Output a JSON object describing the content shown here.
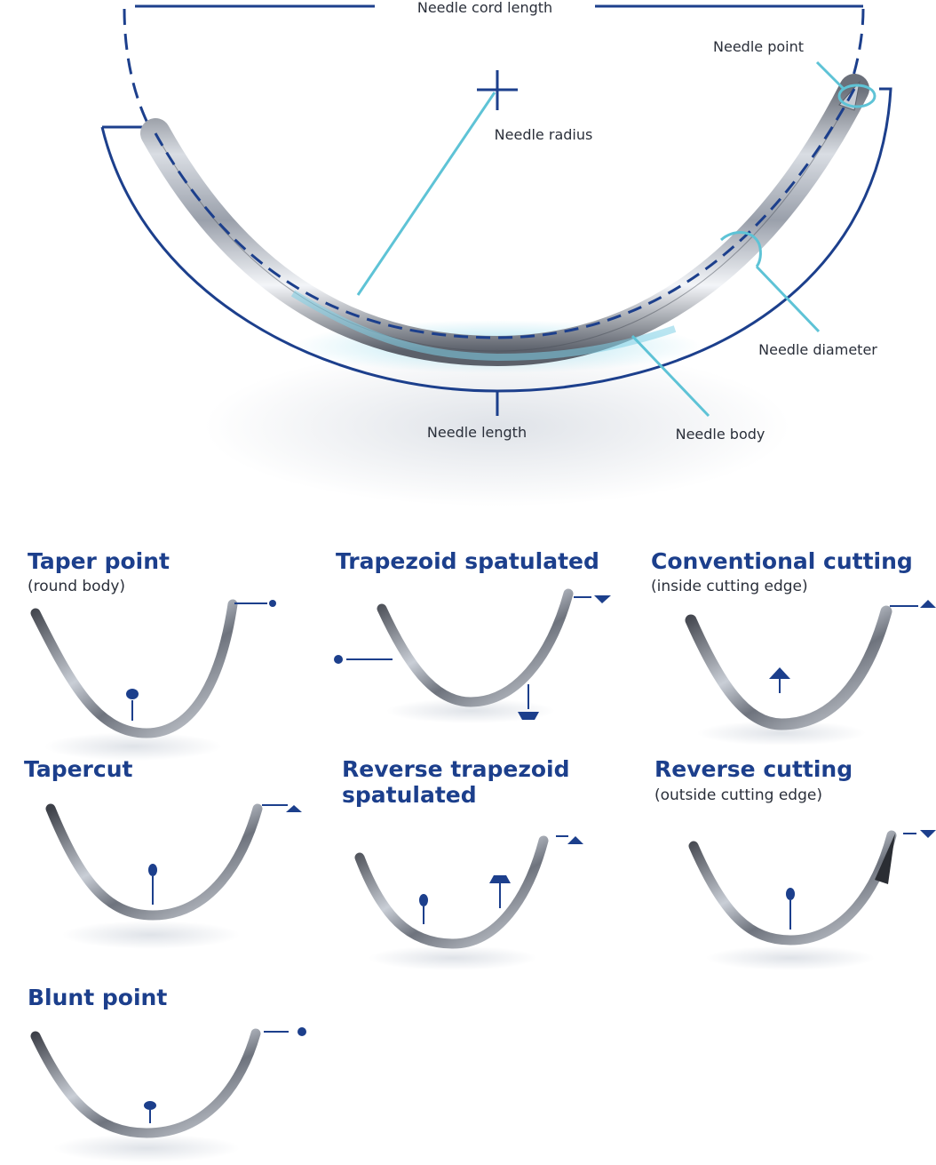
{
  "diagram": {
    "labels": {
      "cord_length": "Needle cord length",
      "point": "Needle point",
      "radius": "Needle radius",
      "diameter": "Needle diameter",
      "length": "Needle length",
      "body": "Needle body"
    }
  },
  "types": [
    {
      "title": "Taper point",
      "subtitle": "(round body)"
    },
    {
      "title": "Trapezoid spatulated"
    },
    {
      "title": "Conventional cutting",
      "subtitle": "(inside cutting edge)"
    },
    {
      "title": "Tapercut"
    },
    {
      "title_line1": "Reverse trapezoid",
      "title_line2": "spatulated"
    },
    {
      "title": "Reverse cutting",
      "subtitle": "(outside cutting edge)"
    },
    {
      "title": "Blunt point"
    }
  ],
  "colors": {
    "navy": "#1c3f8c",
    "light_blue": "#5ec3d6",
    "text": "#2a2f3a"
  }
}
